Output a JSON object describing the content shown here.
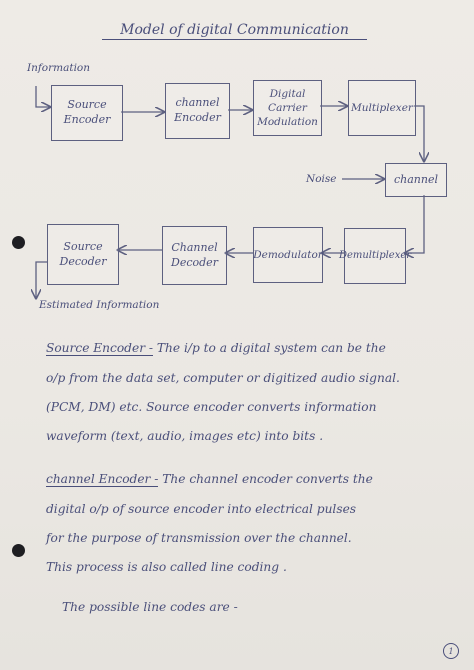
{
  "title": "Model of digital Communication",
  "diagram": {
    "input_label": "Information",
    "output_label": "Estimated Information",
    "noise_label": "Noise",
    "blocks": {
      "source_encoder": "Source Encoder",
      "channel_encoder": "channel Encoder",
      "digital_carrier_modulation": "Digital Carrier Modulation",
      "multiplexer": "Multiplexer",
      "channel": "channel",
      "demultiplexer": "Demultiplexer",
      "demodulator": "Demodulator",
      "channel_decoder": "Channel Decoder",
      "source_decoder": "Source Decoder"
    }
  },
  "notes": {
    "source_encoder": {
      "heading": "Source Encoder -",
      "lines": [
        "The i/p to a digital system can be the",
        "o/p from the data set, computer or digitized audio signal.",
        "(PCM, DM) etc. Source encoder converts information",
        "waveform (text, audio, images etc) into bits ."
      ]
    },
    "channel_encoder": {
      "heading": "channel Encoder -",
      "lines": [
        "The channel encoder converts the",
        "digital o/p of source encoder into electrical pulses",
        "for the purpose of transmission over the channel.",
        "This process is also called line coding ."
      ]
    },
    "closing_line": "The possible line codes are -"
  },
  "page_number": "1"
}
